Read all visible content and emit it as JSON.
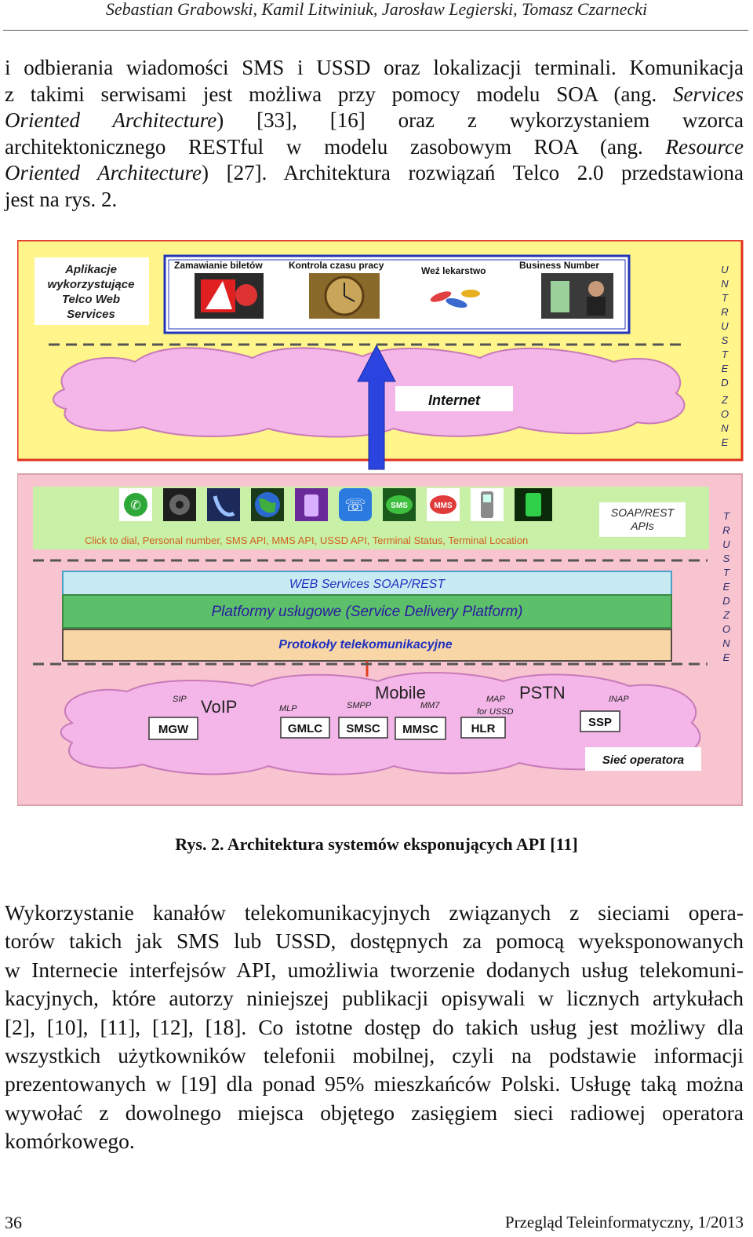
{
  "running_head": "Sebastian Grabowski, Kamil Litwiniuk, Jarosław Legierski, Tomasz Czarnecki",
  "paragraph1": {
    "lines": [
      "i odbierania wiadomości SMS i USSD oraz lokalizacji terminali. Komunikacja",
      "z takimi serwisami jest możliwa przy pomocy modelu SOA (ang.",
      "Oriented Architecture) [33], [16] oraz z wykorzystaniem wzorca",
      "architektonicznego RESTful w modelu zasobowym ROA (ang.",
      "Oriented Architecture) [27]. Architektura rozwiązań Telco 2.0 przedstawiona",
      "jest na rys. 2."
    ],
    "italic_services": "Services",
    "italic_oriented1": "Oriented Architecture",
    "italic_resource": "Resource",
    "italic_oriented2": "Oriented Architecture"
  },
  "figure": {
    "apps_title_lines": [
      "Aplikacje",
      "wykorzystujące",
      "Telco Web",
      "Services"
    ],
    "app_labels": [
      "Zamawianie biletów",
      "Kontrola czasu pracy",
      "Weź lekarstwo",
      "Business Number"
    ],
    "untrusted_zone": "UNTRUSTED ZONE",
    "internet": "Internet",
    "soap_rest_apis_lines": [
      "SOAP/REST",
      "APIs"
    ],
    "api_list": "Click to dial, Personal number, SMS API, MMS API, USSD API, Terminal Status, Terminal Location",
    "trusted_zone": "TRUSTED ZONE",
    "web_services": "WEB Services SOAP/REST",
    "sdp": "Platformy usługowe (Service Delivery Platform)",
    "protocols": "Protokoły telekomunikacyjne",
    "net_groups": {
      "voip": "VoIP",
      "mobile": "Mobile",
      "pstn": "PSTN"
    },
    "protocol_tags": {
      "sip": "SIP",
      "mlp": "MLP",
      "smpp": "SMPP",
      "mm7": "MM7",
      "map": "MAP",
      "for_ussd": "for USSD",
      "inap": "INAP"
    },
    "nodes": [
      "MGW",
      "GMLC",
      "SMSC",
      "MMSC",
      "HLR",
      "SSP"
    ],
    "operator_net": "Sieć operatora",
    "icon_names": [
      "phone-icon",
      "rotary-phone-icon",
      "handset-icon",
      "globe-icon",
      "device-icon",
      "call-icon",
      "sms-icon",
      "mms-icon",
      "mobile-phone-icon",
      "terminal-icon"
    ]
  },
  "caption": "Rys. 2. Architektura systemów eksponujących API [11]",
  "paragraph2": {
    "lines": [
      "Wykorzystanie kanałów telekomunikacyjnych związanych z sieciami opera-",
      "torów takich jak SMS lub USSD, dostępnych za pomocą wyeksponowanych",
      "w Internecie interfejsów API, umożliwia tworzenie dodanych usług telekomuni-",
      "kacyjnych, które autorzy niniejszej publikacji opisywali w licznych artykułach",
      "[2], [10], [11], [12], [18]. Co istotne dostęp do takich usług jest możliwy dla",
      "wszystkich użytkowników telefonii mobilnej, czyli na podstawie informacji",
      "prezentowanych w [19] dla ponad 95% mieszkańców Polski. Usługę taką można",
      "wywołać z dowolnego miejsca objętego zasięgiem sieci radiowej operatora",
      "komórkowego."
    ]
  },
  "folio": {
    "page_number": "36",
    "journal": "Przegląd Teleinformatyczny, 1/2013"
  }
}
